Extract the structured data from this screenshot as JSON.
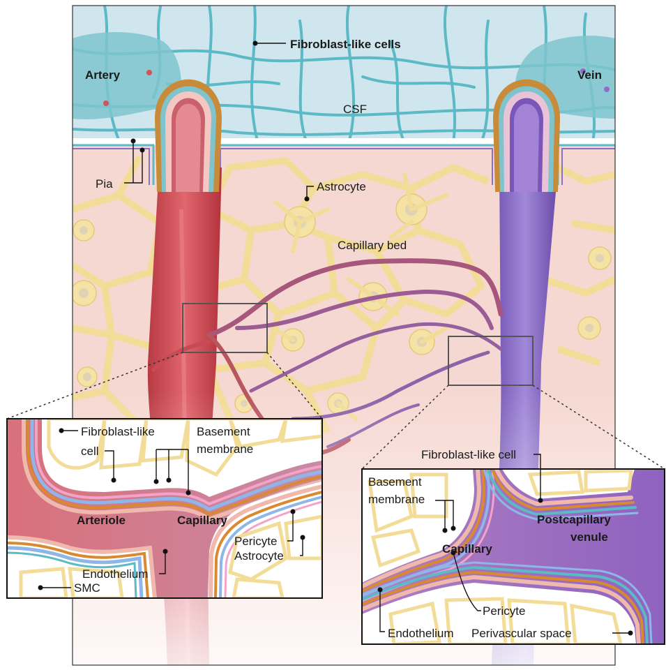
{
  "labels": {
    "fibroblast_cells": "Fibroblast-like cells",
    "artery": "Artery",
    "vein": "Vein",
    "csf": "CSF",
    "pia": "Pia",
    "astrocyte_top": "Astrocyte",
    "capillary_bed": "Capillary bed",
    "left_fibroblast_1": "Fibroblast-like",
    "left_fibroblast_2": "cell",
    "left_basement_1": "Basement",
    "left_basement_2": "membrane",
    "arteriole": "Arteriole",
    "left_capillary": "Capillary",
    "pericyte_left": "Pericyte",
    "astrocyte_left": "Astrocyte",
    "endothelium_left": "Endothelium",
    "smc": "SMC",
    "right_fibroblast": "Fibroblast-like cell",
    "right_basement_1": "Basement",
    "right_basement_2": "membrane",
    "right_capillary": "Capillary",
    "postcap_1": "Postcapillary",
    "postcap_2": "venule",
    "pericyte_right": "Pericyte",
    "endothelium_right": "Endothelium",
    "perivascular": "Perivascular space"
  },
  "colors": {
    "csf": "#cfe6ef",
    "parenchyma": "#f6d8d2",
    "astrocyte": "#f5e3a6",
    "artery": "#d4525a",
    "vein": "#8f6cc6",
    "fibroblast": "#5bbac6",
    "pial": "#c78b3a"
  }
}
